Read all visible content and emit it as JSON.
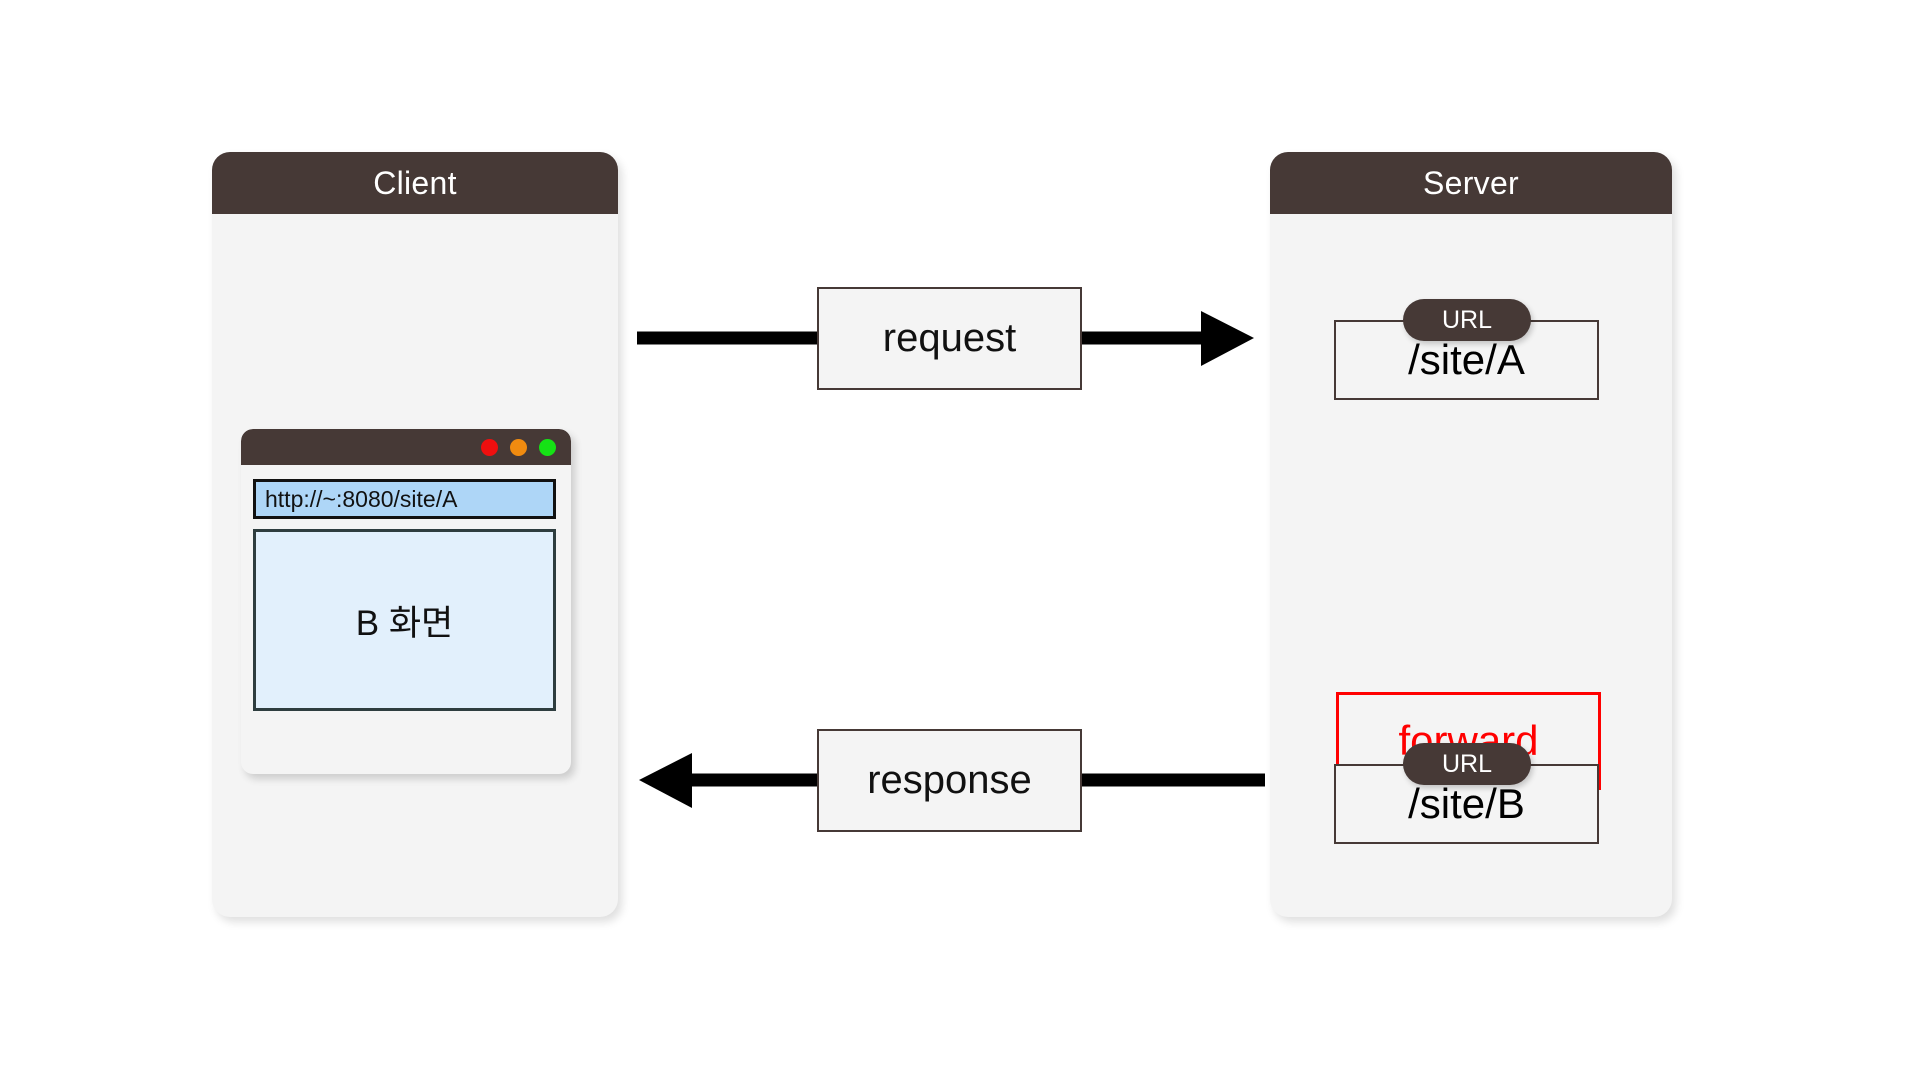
{
  "diagram": {
    "title_client": "Client",
    "title_server": "Server",
    "colors": {
      "header_brown": "#463936",
      "panel_bg": "#f4f4f4",
      "accent_red": "#ff0000",
      "addressbar_blue": "#aed6f7",
      "content_blue": "#e2f0fc",
      "arrow_black": "#000000"
    }
  },
  "client": {
    "header": "Client",
    "browser": {
      "traffic_lights": [
        "close-red",
        "minimize-orange",
        "maximize-green"
      ],
      "address_value": "http://~:8080/site/A",
      "address_placeholder": "http://~:8080/site/A",
      "content_text": "B 화면"
    }
  },
  "server": {
    "header": "Server",
    "url_badge_a": "URL",
    "url_path_a": "/site/A",
    "forward_label": "forward",
    "url_badge_b": "URL",
    "url_path_b": "/site/B"
  },
  "flow": {
    "request_label": "request",
    "response_label": "response"
  }
}
